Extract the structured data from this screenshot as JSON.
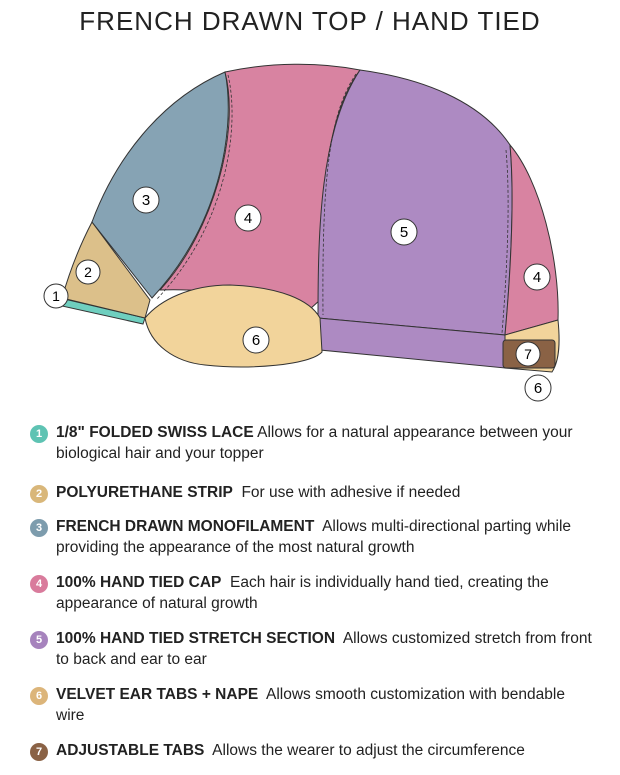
{
  "title": "FRENCH DRAWN TOP / HAND TIED",
  "colors": {
    "lace": "#6fcfbf",
    "poly": "#dcc08a",
    "mono": "#86a3b4",
    "handtied": "#d883a1",
    "stretch": "#ad8ac2",
    "velvet": "#f2d49b",
    "tabs": "#8a6245"
  },
  "callouts": [
    "1",
    "2",
    "3",
    "4",
    "5",
    "4",
    "6",
    "7",
    "6"
  ],
  "legend": [
    {
      "num": "1",
      "color": "#5ec3b3",
      "title": "1/8\" FOLDED SWISS LACE",
      "desc": "Allows for a natural appearance between your biological hair and your topper"
    },
    {
      "num": "2",
      "color": "#d9b77a",
      "title": "POLYURETHANE STRIP",
      "desc": "For use with adhesive if needed"
    },
    {
      "num": "3",
      "color": "#7d9cad",
      "title": "FRENCH DRAWN MONOFILAMENT",
      "desc": "Allows multi-directional parting while providing the appearance of the most natural growth"
    },
    {
      "num": "4",
      "color": "#d97b9c",
      "title": "100% HAND TIED CAP",
      "desc": "Each hair is individually hand tied, creating the appearance of natural growth"
    },
    {
      "num": "5",
      "color": "#a683bd",
      "title": "100% HAND TIED STRETCH SECTION",
      "desc": "Allows customized stretch from front to back and ear to ear"
    },
    {
      "num": "6",
      "color": "#dcb57a",
      "title": "VELVET EAR TABS + NAPE",
      "desc": "Allows smooth customization with bendable wire"
    },
    {
      "num": "7",
      "color": "#8a6245",
      "title": "ADJUSTABLE TABS",
      "desc": "Allows the wearer to adjust the circumference"
    }
  ]
}
